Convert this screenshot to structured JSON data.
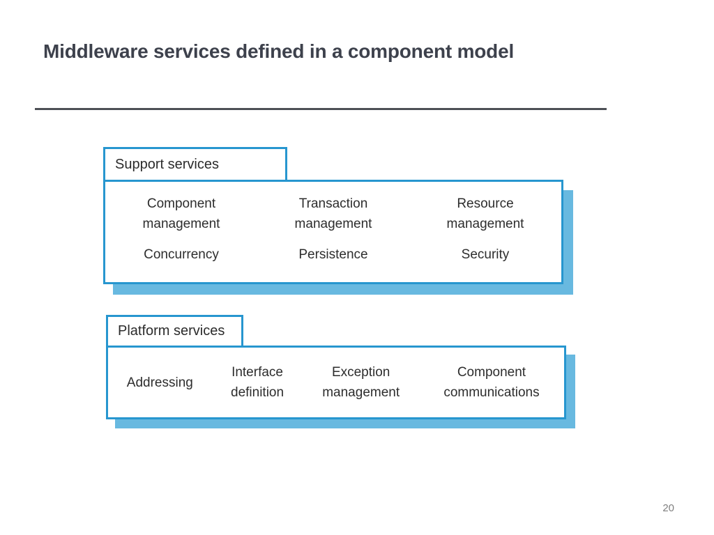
{
  "slide": {
    "title": "Middleware services defined in a component model",
    "page_number": "20"
  },
  "diagram": {
    "groups": [
      {
        "tab_label": "Support services",
        "rows": [
          [
            "Component management",
            "Transaction management",
            "Resource management"
          ],
          [
            "Concurrency",
            "Persistence",
            "Security"
          ]
        ]
      },
      {
        "tab_label": "Platform services",
        "rows": [
          [
            "Addressing",
            "Interface definition",
            "Exception management",
            "Component communications"
          ]
        ]
      }
    ]
  },
  "colors": {
    "accent_border": "#2796cf",
    "box_shadow": "#68b9e0",
    "title_text": "#3d414c",
    "divider": "#4d5056",
    "diagram_text": "#2d2d2d",
    "page_number_text": "#7f7f7f"
  }
}
